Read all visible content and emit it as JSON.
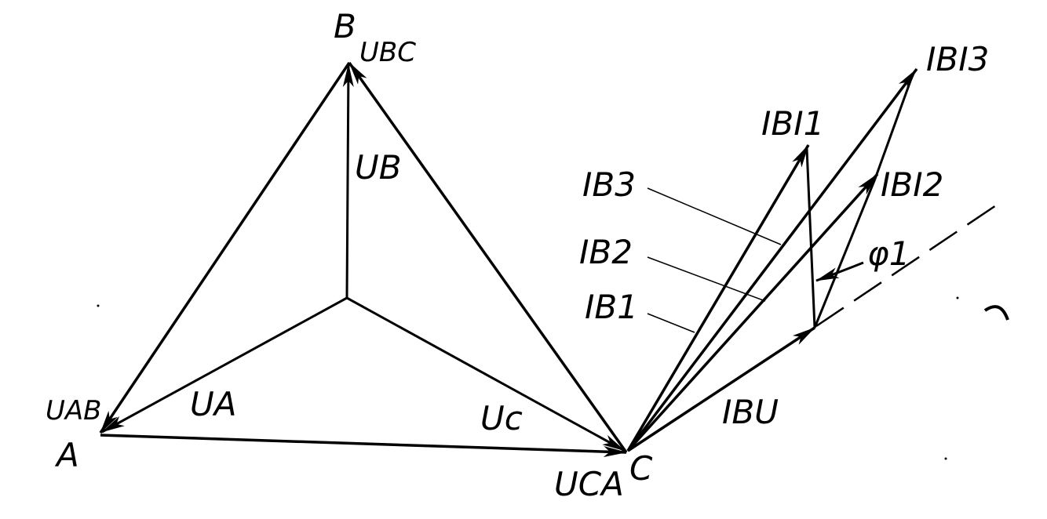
{
  "labels": {
    "node_a": "A",
    "node_b": "B",
    "node_c": "C",
    "u_ab": "UAB",
    "u_bc": "UBC",
    "u_ca": "UCA",
    "u_a": "UA",
    "u_b": "UB",
    "u_c": "Uc",
    "i_b3": "IB3",
    "i_b2": "IB2",
    "i_b1": "IB1",
    "i_bi1": "IBI1",
    "i_bi2": "IBI2",
    "i_bi3": "IBI3",
    "i_bu": "IBU",
    "phi1": "φ1"
  },
  "colors": {
    "ink": "#000000",
    "background": "#ffffff"
  }
}
